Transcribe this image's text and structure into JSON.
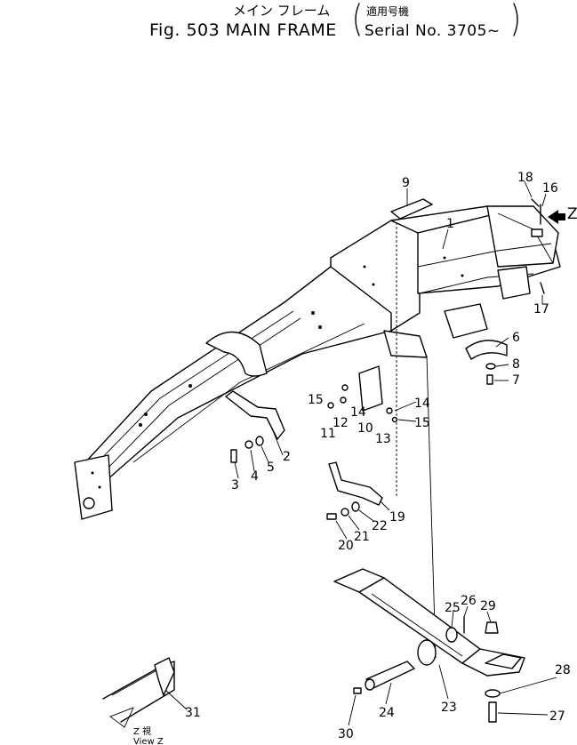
{
  "header": {
    "title_jp": "メイン フレーム",
    "title_en": "Fig. 503  MAIN FRAME",
    "serial_jp": "適用号機",
    "serial_en": "Serial No. 3705~"
  },
  "view_arrow_label": "Z",
  "view_label": {
    "jp": "Z 視",
    "en": "View Z"
  },
  "callouts": [
    "1",
    "2",
    "3",
    "4",
    "5",
    "6",
    "7",
    "8",
    "9",
    "10",
    "11",
    "12",
    "13",
    "14",
    "14",
    "15",
    "15",
    "16",
    "17",
    "18",
    "19",
    "20",
    "21",
    "22",
    "23",
    "24",
    "25",
    "26",
    "27",
    "28",
    "29",
    "30",
    "31"
  ]
}
